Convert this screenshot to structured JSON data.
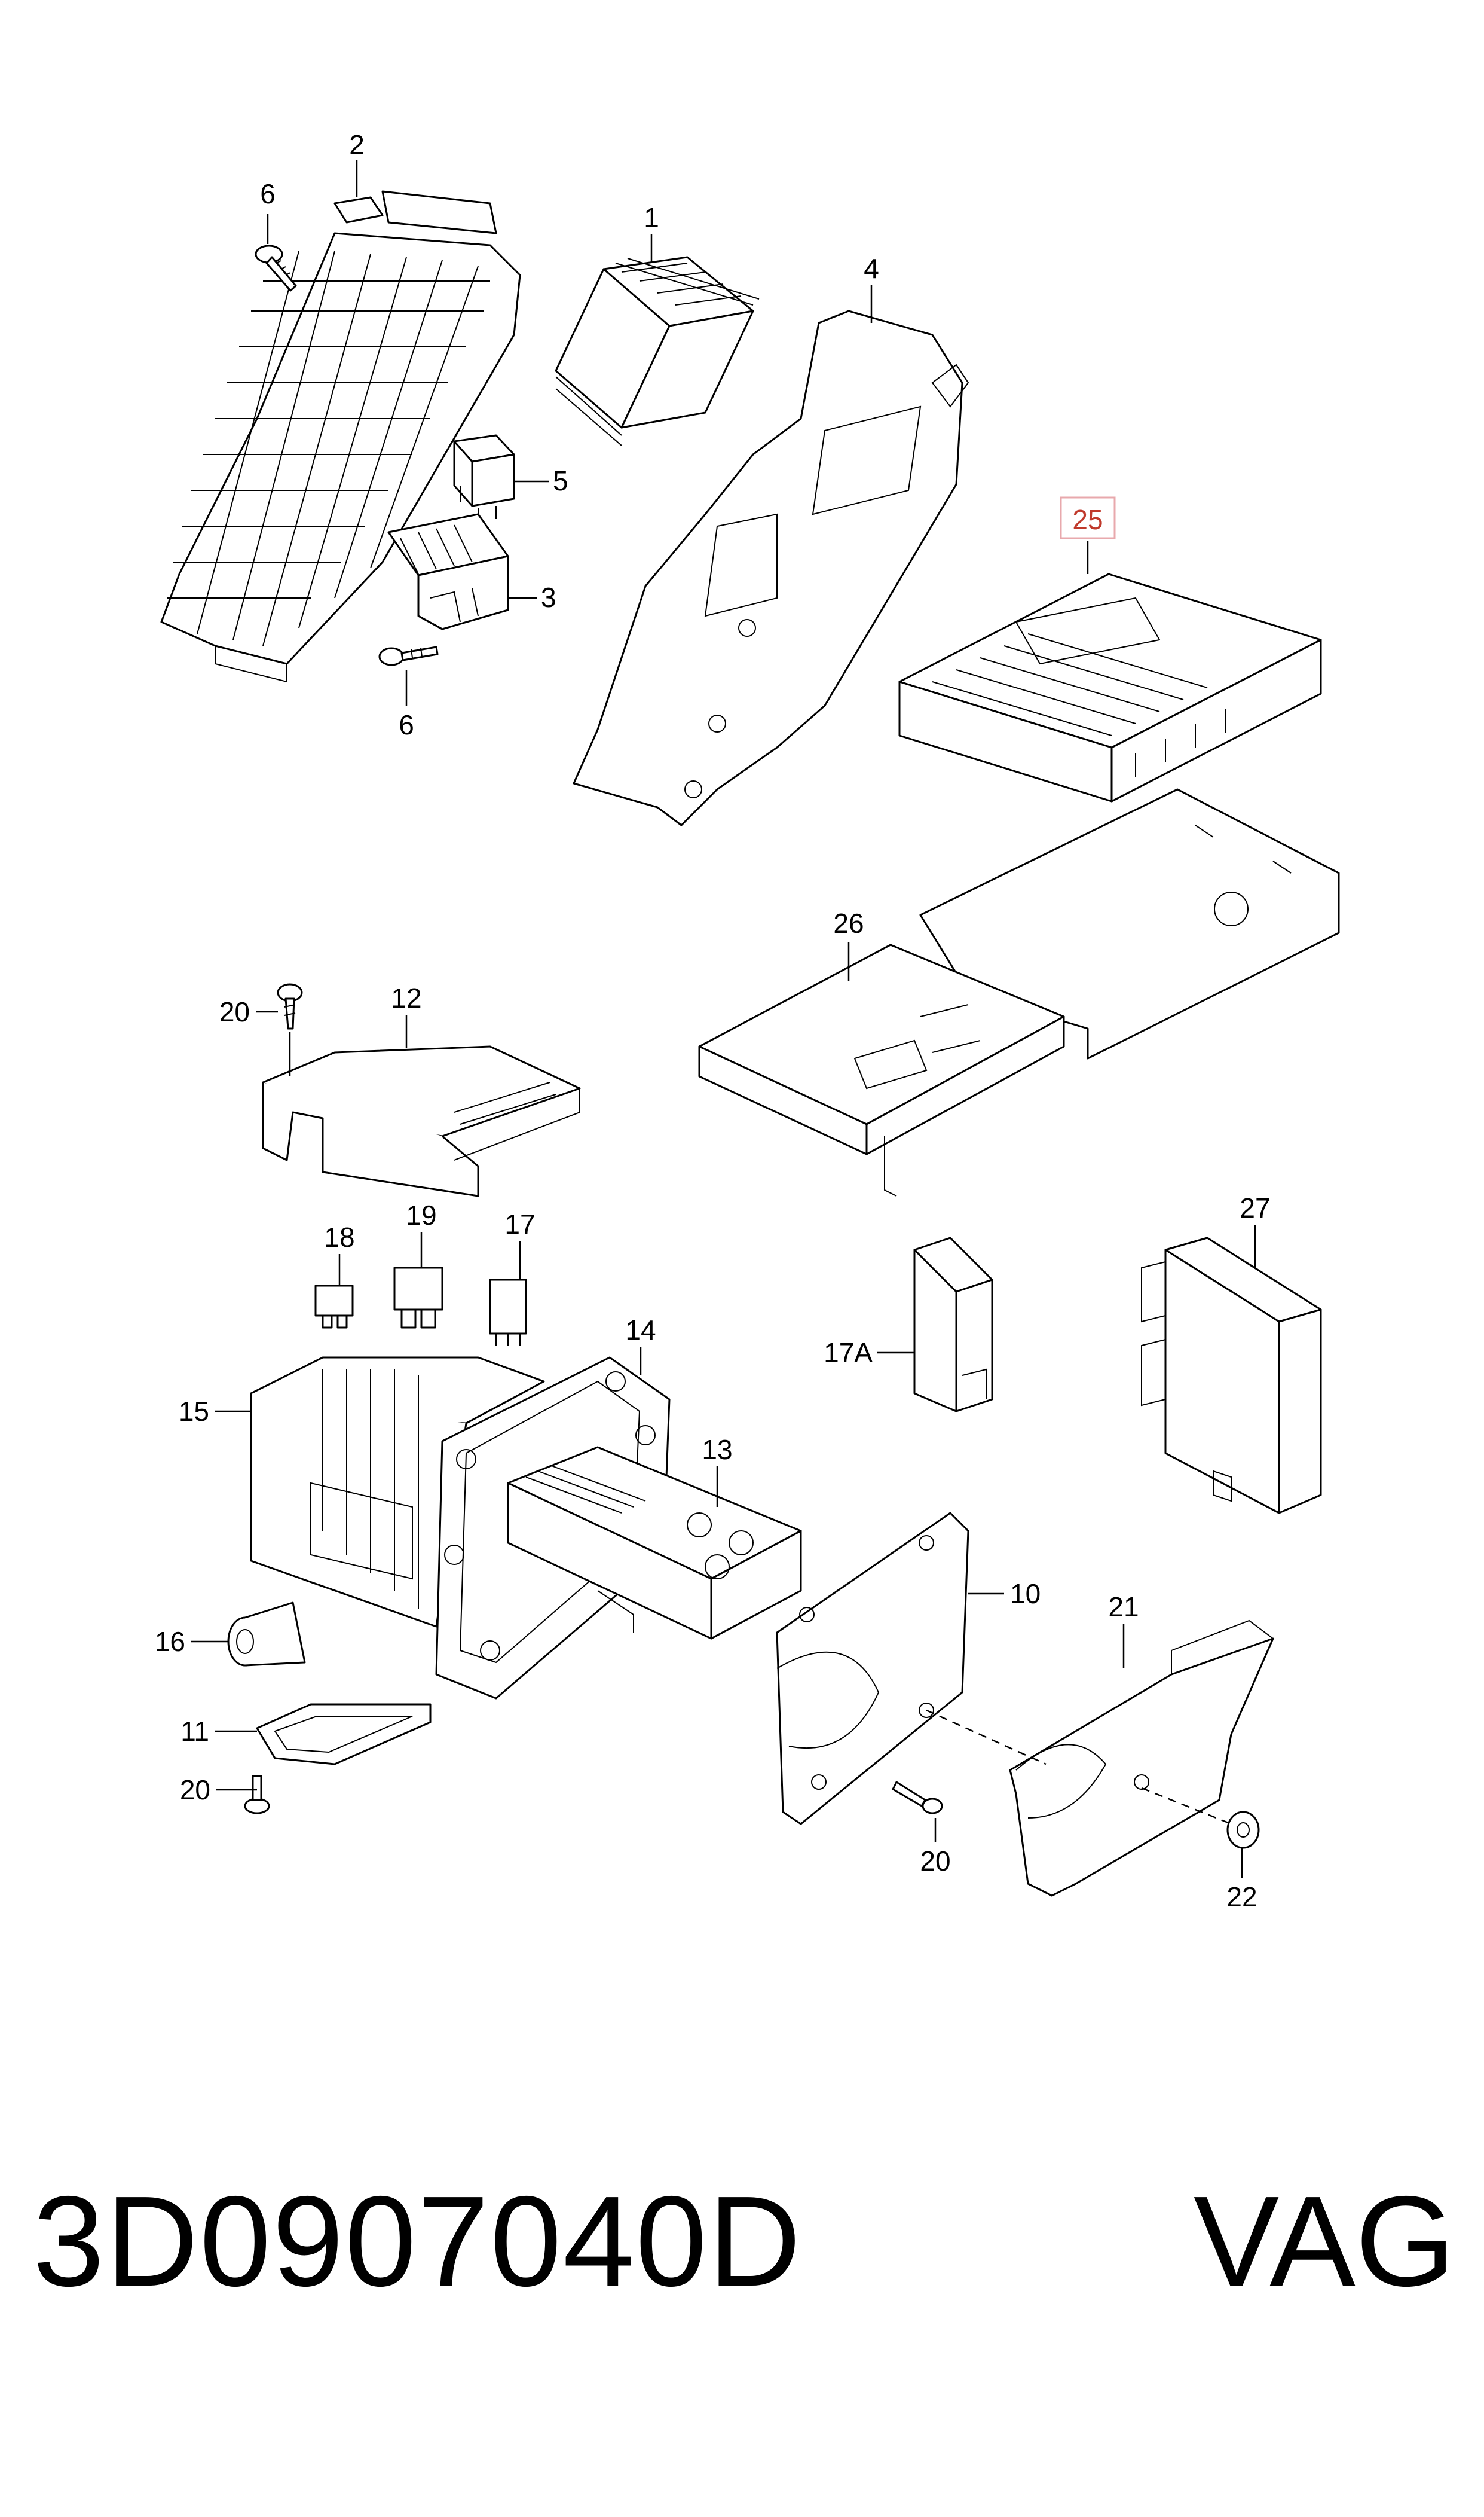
{
  "callouts": {
    "c1": "1",
    "c2": "2",
    "c3": "3",
    "c4": "4",
    "c5": "5",
    "c6a": "6",
    "c6b": "6",
    "c10": "10",
    "c11": "11",
    "c12": "12",
    "c13": "13",
    "c14": "14",
    "c15": "15",
    "c16": "16",
    "c17": "17",
    "c17a": "17A",
    "c18": "18",
    "c19": "19",
    "c20a": "20",
    "c20b": "20",
    "c20c": "20",
    "c21": "21",
    "c22": "22",
    "c25": "25",
    "c26": "26",
    "c27": "27"
  },
  "highlight_color": "#e8a9ad",
  "footer": {
    "part_number": "3D0907040D",
    "brand": "VAG"
  }
}
